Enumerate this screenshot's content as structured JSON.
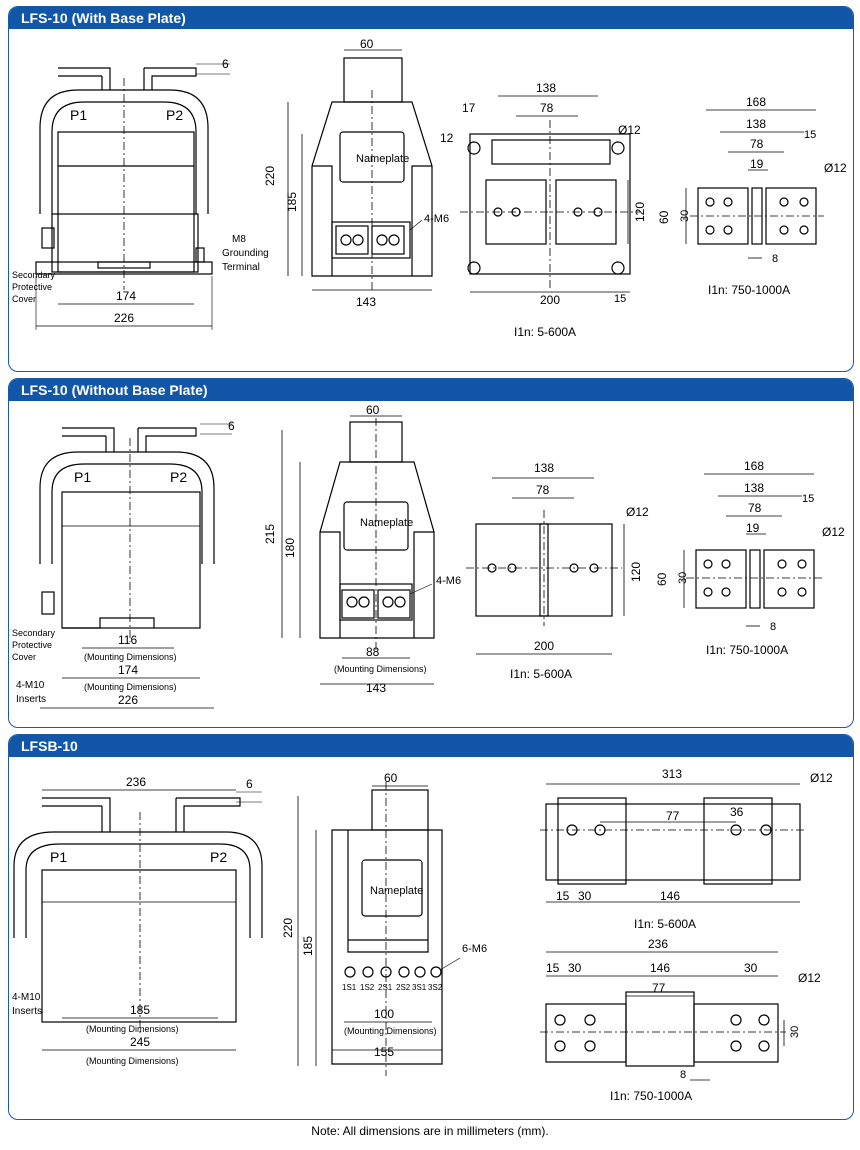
{
  "sections": [
    {
      "title": "LFS-10 (With Base Plate)"
    },
    {
      "title": "LFS-10 (Without Base Plate)"
    },
    {
      "title": "LFSB-10"
    }
  ],
  "labels": {
    "p1": "P1",
    "p2": "P2",
    "nameplate": "Nameplate",
    "secondary_cover": [
      "Secondary",
      "Protective",
      "Cover"
    ],
    "m8_grounding": [
      "M8",
      "Grounding",
      "Terminal"
    ],
    "m10_inserts": [
      "4-M10",
      "Inserts"
    ],
    "mounting_dim": "(Mounting Dimensions)",
    "four_m6": "4-M6",
    "six_m6": "6-M6",
    "diameter_12": "Ø12",
    "range_low": "I1n: 5-600A",
    "range_high": "I1n: 750-1000A",
    "terminals": [
      "1S1",
      "1S2",
      "2S1",
      "2S2",
      "3S1",
      "3S2"
    ]
  },
  "dims": {
    "s1": {
      "top_6": "6",
      "w174": "174",
      "w226": "226",
      "w60": "60",
      "h220": "220",
      "h185": "185",
      "w143": "143",
      "w138": "138",
      "w78": "78",
      "w17": "17",
      "h12": "12",
      "h120": "120",
      "w200": "200",
      "w15": "15",
      "r168": "168",
      "r138": "138",
      "r78": "78",
      "r15": "15",
      "r19": "19",
      "r60": "60",
      "r30": "30",
      "r8": "8"
    },
    "s2": {
      "top_6": "6",
      "w116": "116",
      "w174": "174",
      "w226": "226",
      "w60": "60",
      "h215": "215",
      "h180": "180",
      "w88": "88",
      "w143": "143",
      "w138": "138",
      "w78": "78",
      "h120": "120",
      "w200": "200",
      "r168": "168",
      "r138": "138",
      "r78": "78",
      "r15": "15",
      "r19": "19",
      "r60": "60",
      "r30": "30",
      "r8": "8"
    },
    "s3": {
      "w236": "236",
      "top_6": "6",
      "w185": "185",
      "w245": "245",
      "w60": "60",
      "h220": "220",
      "h185": "185",
      "w100": "100",
      "w155": "155",
      "w313": "313",
      "w36": "36",
      "w77": "77",
      "w15": "15",
      "w30": "30",
      "w146": "146",
      "b236": "236",
      "b15": "15",
      "b30": "30",
      "b146": "146",
      "b30r": "30",
      "b77": "77",
      "b30v": "30",
      "b8": "8"
    }
  },
  "note": "Note: All dimensions are in millimeters (mm)."
}
